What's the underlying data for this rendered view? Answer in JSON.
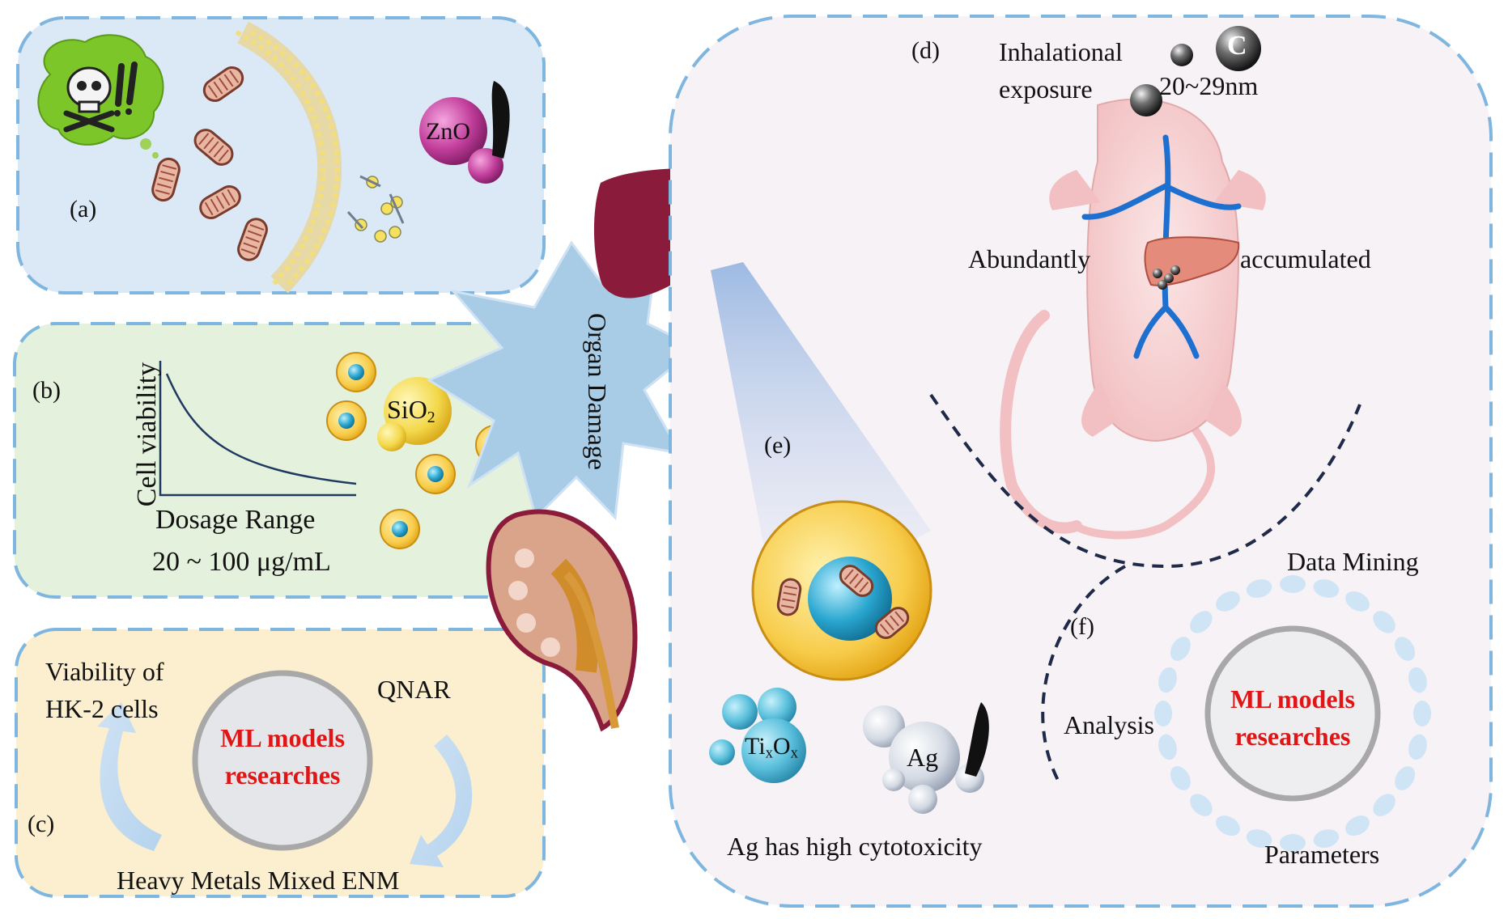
{
  "panels": {
    "a": {
      "tag": "(a)",
      "particle": "ZnO"
    },
    "b": {
      "tag": "(b)",
      "y_axis_label": "Cell viability",
      "x_axis_label": "Dosage Range",
      "dose_range": "20 ~ 100 μg/mL",
      "particle_main": "SiO",
      "particle_sub": "2"
    },
    "c": {
      "tag": "(c)",
      "node_left_line1": "Viability of",
      "node_left_line2": "HK-2 cells",
      "node_right": "QNAR",
      "node_bottom": "Heavy Metals Mixed ENM",
      "center_line1": "ML models",
      "center_line2": "researches"
    },
    "organ": {
      "label": "Organ Damage"
    },
    "d": {
      "tag": "(d)",
      "exposure_line1": "Inhalational",
      "exposure_line2": "exposure",
      "particle_symbol": "C",
      "particle_size": "20~29nm",
      "left_word": "Abundantly",
      "right_word": "accumulated"
    },
    "e": {
      "tag": "(e)",
      "particle1_a": "Ti",
      "particle1_a_sub": "x",
      "particle1_b": "O",
      "particle1_b_sub": "x",
      "particle2": "Ag",
      "caption": "Ag has high cytotoxicity"
    },
    "f": {
      "tag": "(f)",
      "top_label": "Data Mining",
      "left_label": "Analysis",
      "bottom_label": "Parameters",
      "center_line1": "ML models",
      "center_line2": "researches"
    }
  },
  "colors": {
    "dash_border": "#7fb6df",
    "panel_a_fill": "#dbe9f7",
    "panel_b_fill": "#e4f1dc",
    "panel_c_fill": "#fcefcf",
    "right_panel_fill": "#f7f2f6",
    "liver": "#8b1b3a",
    "accent_red": "#e01616",
    "vessel_blue": "#1d6fd0"
  }
}
